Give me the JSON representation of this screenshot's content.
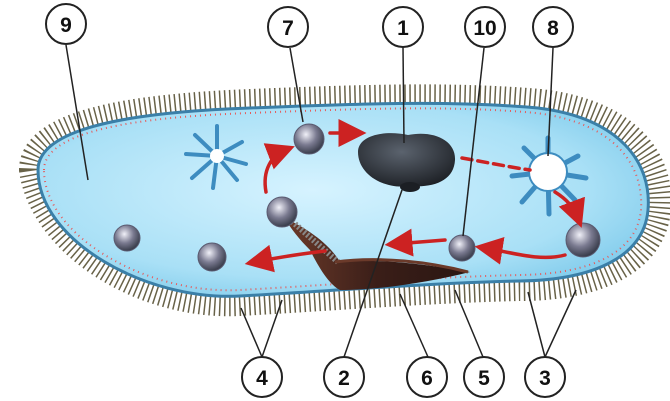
{
  "callouts": [
    {
      "id": "c1",
      "label": "1"
    },
    {
      "id": "c2",
      "label": "2"
    },
    {
      "id": "c3",
      "label": "3"
    },
    {
      "id": "c4",
      "label": "4"
    },
    {
      "id": "c5",
      "label": "5"
    },
    {
      "id": "c6",
      "label": "6"
    },
    {
      "id": "c7",
      "label": "7"
    },
    {
      "id": "c8",
      "label": "8"
    },
    {
      "id": "c9",
      "label": "9"
    },
    {
      "id": "c10",
      "label": "10"
    }
  ],
  "colors": {
    "cytoplasm": "#aee4f7",
    "membrane": "#2e8fbf",
    "cilia": "#5a5230",
    "nucleus": "#2a2e33",
    "arrow": "#cc2222",
    "vacuole": "#7a7a88"
  }
}
